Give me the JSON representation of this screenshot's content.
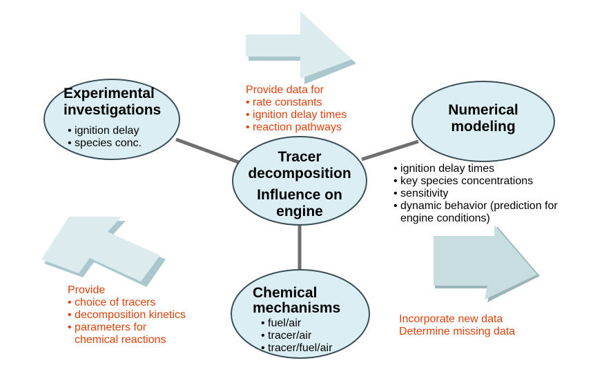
{
  "center": {
    "title": "Tracer decomposition",
    "subtitle": "Influence on engine"
  },
  "experimental": {
    "title": "Experimental investigations",
    "items": [
      "ignition delay",
      "species conc."
    ]
  },
  "numerical": {
    "title": "Numerical modeling",
    "items": [
      "ignition delay times",
      "key species concentrations",
      "sensitivity",
      "dynamic behavior (prediction for",
      "engine conditions)"
    ]
  },
  "chemical": {
    "title": "Chemical mechanisms",
    "items": [
      "fuel/air",
      "tracer/air",
      "tracer/fuel/air"
    ]
  },
  "top_note": {
    "heading": "Provide data for",
    "items": [
      "rate constants",
      "ignition delay times",
      "reaction pathways"
    ]
  },
  "left_note": {
    "heading": "Provide",
    "items": [
      "choice of tracers",
      "decomposition kinetics",
      "parameters for",
      "chemical reactions"
    ]
  },
  "right_note": {
    "lines": [
      "Incorporate new data",
      "Determine missing data"
    ]
  },
  "colors": {
    "ellipse_fill": "#dbeef3",
    "ellipse_stroke": "#3a4e57",
    "connector": "#6f6f6f",
    "arrow_fill": "#dcecee",
    "arrow_shadow": "#a9c7cc",
    "note_text": "#e0400a"
  }
}
